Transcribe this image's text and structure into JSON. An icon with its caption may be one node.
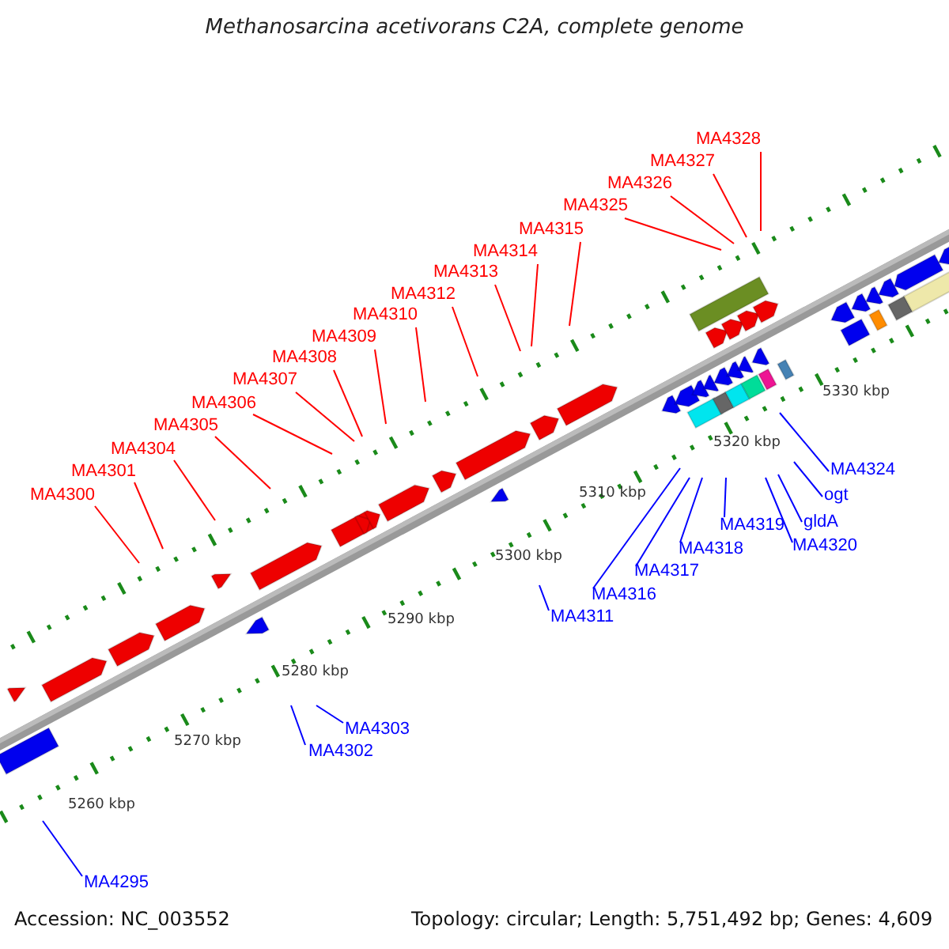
{
  "diagram": {
    "title": "Methanosarcina acetivorans C2A, complete genome",
    "nodes": [
      {
        "text": [
          "MA4328"
        ]
      },
      {
        "text": [
          "MA4327"
        ]
      },
      {
        "text": [
          "MA4326"
        ]
      },
      {
        "text": [
          "MA4325"
        ]
      },
      {
        "text": [
          "MA4315"
        ]
      },
      {
        "text": [
          "MA4314"
        ]
      },
      {
        "text": [
          "MA4313"
        ]
      },
      {
        "text": [
          "MA4312"
        ]
      },
      {
        "text": [
          "MA4310"
        ]
      },
      {
        "text": [
          "MA4309"
        ]
      },
      {
        "text": [
          "MA4308"
        ]
      },
      {
        "text": [
          "MA4307"
        ]
      },
      {
        "text": [
          "MA4306"
        ]
      },
      {
        "text": [
          "MA4305"
        ]
      },
      {
        "text": [
          "MA4304"
        ]
      },
      {
        "text": [
          "MA4301"
        ]
      },
      {
        "text": [
          "MA4300"
        ]
      },
      {
        "text": [
          "MA4324"
        ]
      },
      {
        "text": [
          "ogt"
        ]
      },
      {
        "text": [
          "gldA"
        ]
      },
      {
        "text": [
          "MA4319"
        ]
      },
      {
        "text": [
          "MA4320"
        ]
      },
      {
        "text": [
          "MA4318"
        ]
      },
      {
        "text": [
          "MA4317"
        ]
      },
      {
        "text": [
          "MA4316"
        ]
      },
      {
        "text": [
          "MA4311"
        ]
      },
      {
        "text": [
          "MA4303"
        ]
      },
      {
        "text": [
          "MA4302"
        ]
      },
      {
        "text": [
          "MA4295"
        ]
      }
    ],
    "edges": [
      {
        "from": 0,
        "to": null,
        "arrow": "none"
      },
      {
        "from": 1,
        "to": null,
        "arrow": "none"
      },
      {
        "from": 2,
        "to": null,
        "arrow": "none"
      },
      {
        "from": 3,
        "to": null,
        "arrow": "none"
      },
      {
        "from": 4,
        "to": null,
        "arrow": "none"
      },
      {
        "from": 5,
        "to": null,
        "arrow": "none"
      },
      {
        "from": 6,
        "to": null,
        "arrow": "none"
      },
      {
        "from": 7,
        "to": null,
        "arrow": "none"
      },
      {
        "from": 8,
        "to": null,
        "arrow": "none"
      },
      {
        "from": 9,
        "to": null,
        "arrow": "none"
      },
      {
        "from": 10,
        "to": null,
        "arrow": "none"
      },
      {
        "from": 11,
        "to": null,
        "arrow": "none"
      },
      {
        "from": 12,
        "to": null,
        "arrow": "none"
      },
      {
        "from": 13,
        "to": null,
        "arrow": "none"
      },
      {
        "from": 14,
        "to": null,
        "arrow": "none"
      },
      {
        "from": 15,
        "to": null,
        "arrow": "none"
      },
      {
        "from": 16,
        "to": null,
        "arrow": "none"
      },
      {
        "from": 17,
        "to": null,
        "arrow": "none",
        "color": "#0000ff"
      },
      {
        "from": 18,
        "to": null,
        "arrow": "none",
        "color": "#0000ff"
      },
      {
        "from": 19,
        "to": null,
        "arrow": "none",
        "color": "#0000ff"
      },
      {
        "from": 20,
        "to": null,
        "arrow": "none",
        "color": "#0000ff"
      },
      {
        "from": 21,
        "to": null,
        "arrow": "none",
        "color": "#0000ff"
      },
      {
        "from": 22,
        "to": null,
        "arrow": "none",
        "color": "#0000ff"
      },
      {
        "from": 23,
        "to": null,
        "arrow": "none",
        "color": "#0000ff"
      },
      {
        "from": 24,
        "to": null,
        "arrow": "none",
        "color": "#0000ff"
      },
      {
        "from": 25,
        "to": null,
        "arrow": "none",
        "color": "#0000ff"
      },
      {
        "from": 26,
        "to": null,
        "arrow": "none",
        "color": "#0000ff"
      },
      {
        "from": 27,
        "to": null,
        "arrow": "none",
        "color": "#0000ff"
      },
      {
        "from": 28,
        "to": null,
        "arrow": "none",
        "color": "#0000ff"
      }
    ],
    "labels": [
      "5330 kbp",
      "5320 kbp",
      "5310 kbp",
      "5300 kbp",
      "5290 kbp",
      "5280 kbp",
      "5270 kbp",
      "5260 kbp",
      "Accession: NC_003552",
      "Topology: circular; Length: 5,751,492 bp; Genes: 4,609"
    ]
  }
}
